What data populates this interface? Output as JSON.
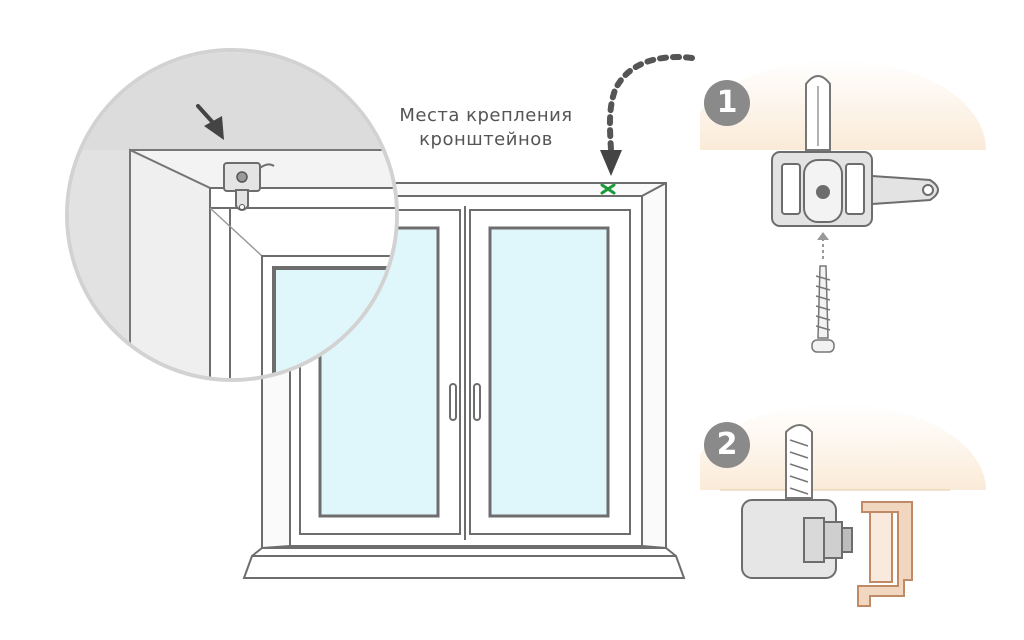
{
  "caption": {
    "line1": "Места крепления",
    "line2": "кронштейнов"
  },
  "steps": [
    {
      "number": "1"
    },
    {
      "number": "2"
    }
  ],
  "colors": {
    "glass": "#dff7fb",
    "frame": "#ffffff",
    "outline": "#6d6d6d",
    "wall_glow": "#f7d9b3",
    "rail_copper": "#d7a57f",
    "mark_green": "#1a9a3a",
    "badge": "#8a8a8a"
  },
  "icons": {
    "mount_mark": "x-mark-icon",
    "arrow": "curved-arrow-icon"
  }
}
